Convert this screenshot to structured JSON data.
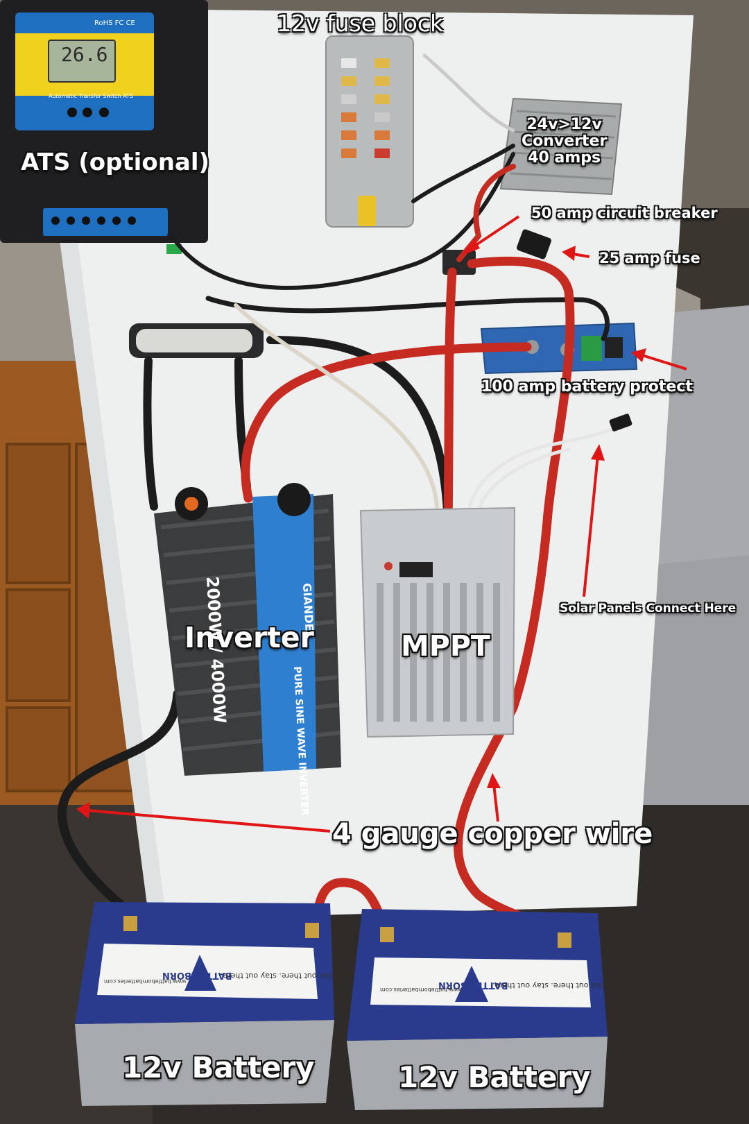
{
  "labels": {
    "fuse_block": "12v fuse block",
    "ats": "ATS (optional)",
    "converter": [
      "24v>12v",
      "Converter",
      "40 amps"
    ],
    "circuit_breaker": "50 amp circuit breaker",
    "fuse_25": "25 amp fuse",
    "battery_protect": "100 amp battery protect",
    "solar": "Solar Panels Connect Here",
    "inverter": "Inverter",
    "mppt": "MPPT",
    "copper_wire": "4 gauge copper wire",
    "battery_1": "12v Battery",
    "battery_2": "12v Battery"
  },
  "ats_device": {
    "display": "26.6",
    "header": "RoHS FC CE",
    "caption": "Automatic Transfer Switch ATS"
  },
  "inverter_device": {
    "brand": "GIANDEL",
    "rating": "2000W / 4000W",
    "type": "PURE SINE WAVE INVERTER"
  },
  "battery_device": {
    "brand": "BATTLE BORN",
    "tagline": "Get out there. stay out there.",
    "url": "www.battlebornbatteries.com"
  },
  "colors": {
    "board": "#eef0f0",
    "red_wire": "#c62b22",
    "black_wire": "#1c1c1c",
    "arrow": "#e01515",
    "battery_case": "#2a3b8e",
    "ats_face": "#1e6fbf",
    "inverter_label": "#2f7fd0"
  }
}
